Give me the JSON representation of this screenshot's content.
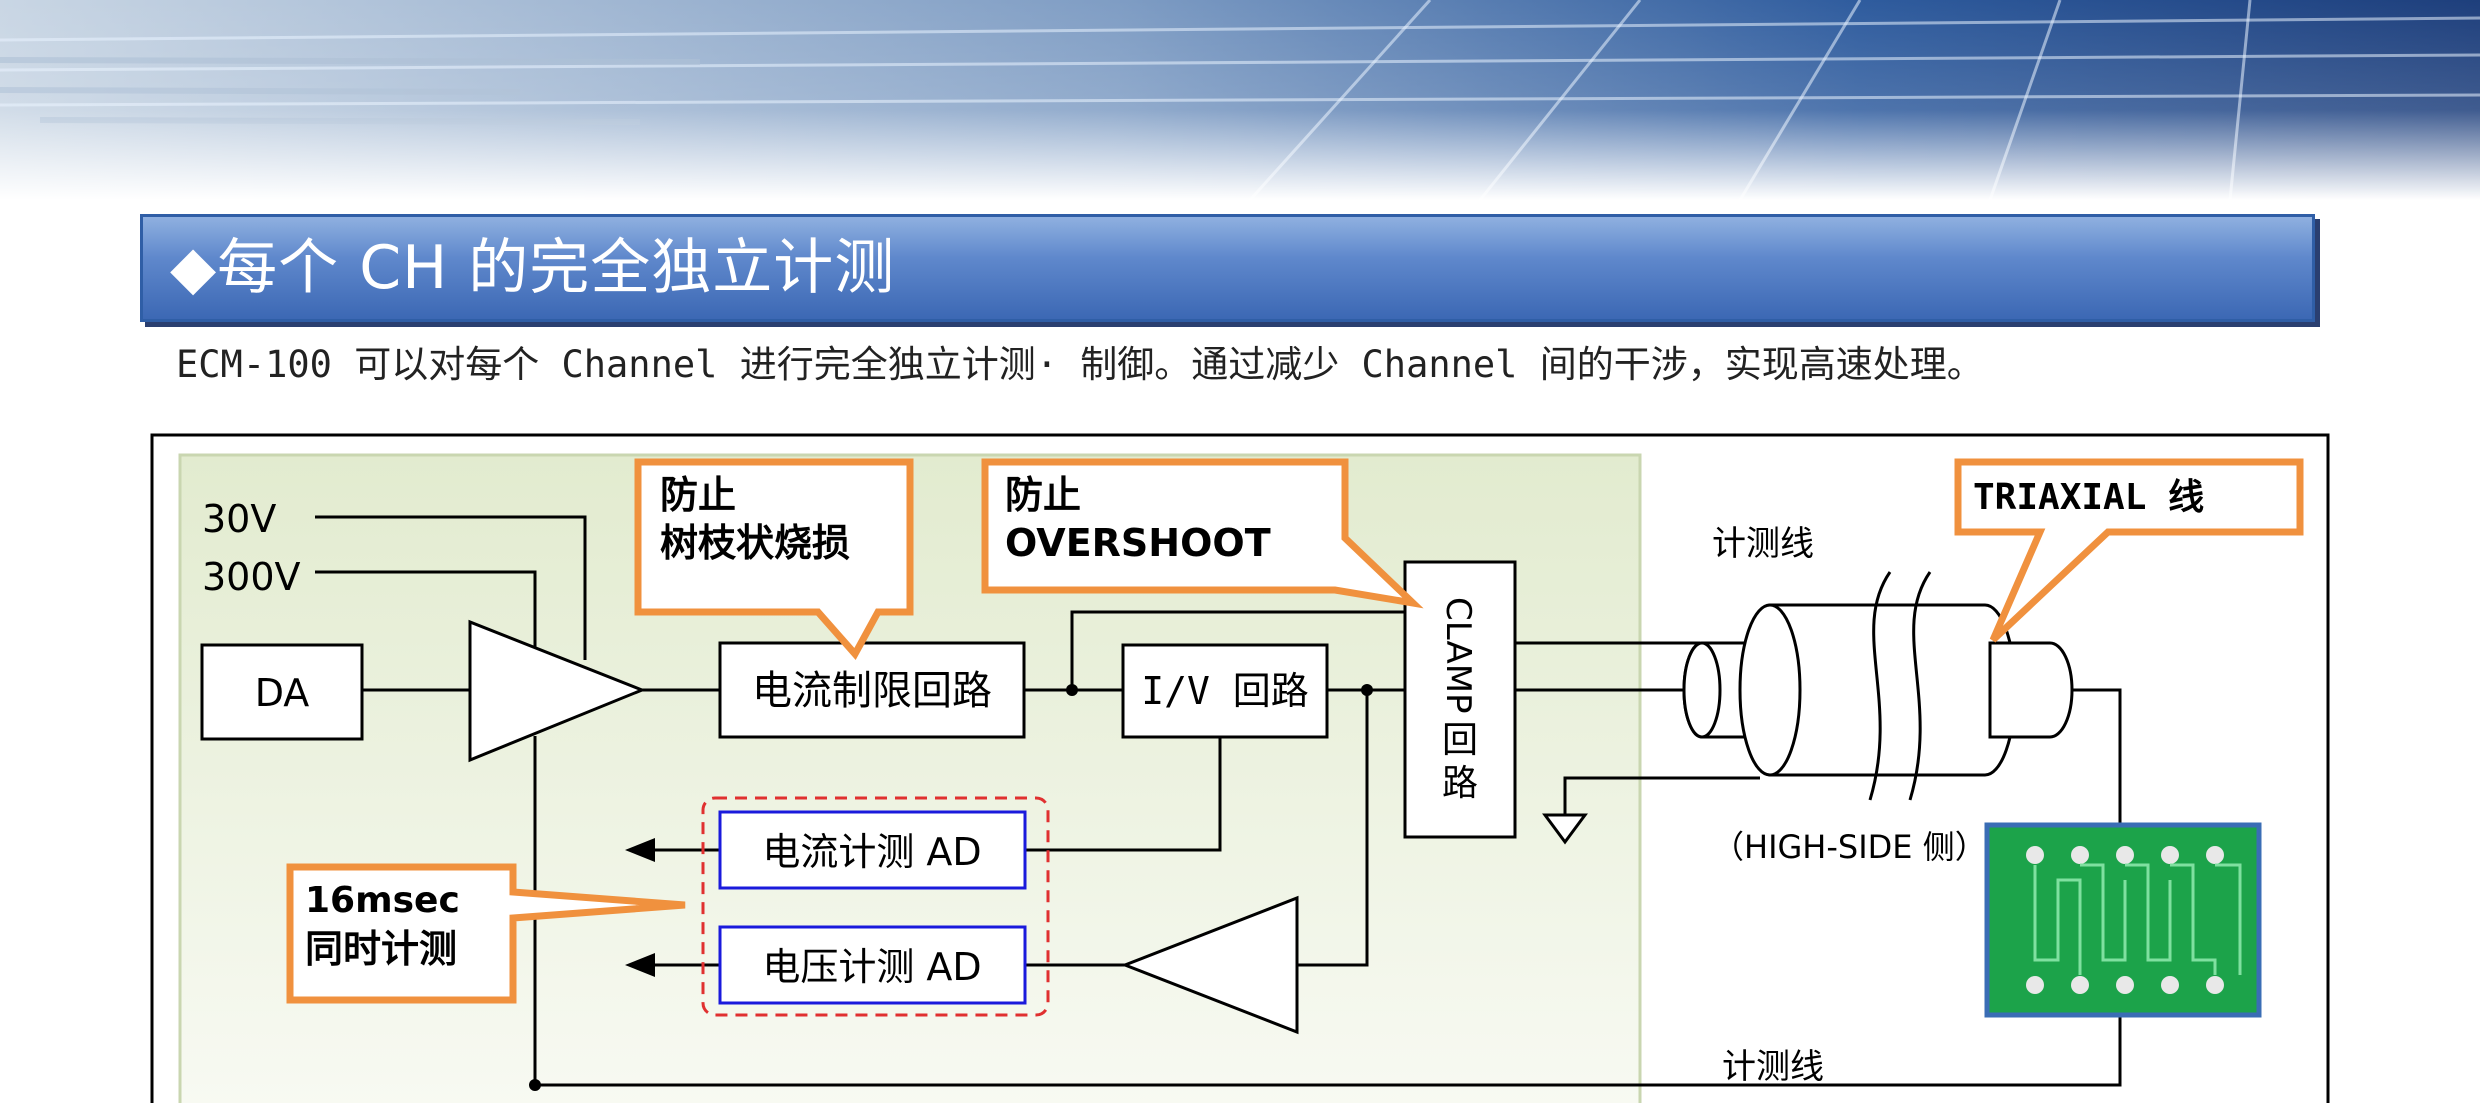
{
  "title": "◆每个 CH 的完全独立计测",
  "subtitle": "ECM-100 可以对每个 Channel 进行完全独立计测· 制御。通过减少 Channel 间的干涉，实现高速处理。",
  "diagram": {
    "label_30v": "30V",
    "label_300v": "300V",
    "da": "DA",
    "current_limit": "电流制限回路",
    "iv": "I/V 回路",
    "clamp_line1": "CLAMP",
    "clamp_line2": "回",
    "clamp_line3": "路",
    "current_ad": "电流计测 AD",
    "voltage_ad": "电压计测 AD",
    "meas_line_top": "计测线",
    "meas_line_bottom": "计测线",
    "high_side": "（HIGH-SIDE 侧）",
    "callout_dendrite_l1": "防止",
    "callout_dendrite_l2": "树枝状烧损",
    "callout_overshoot_l1": "防止",
    "callout_overshoot_l2": "OVERSHOOT",
    "callout_triaxial": "TRIAXIAL 线",
    "callout_simul_l1": "16msec",
    "callout_simul_l2": "同时计测"
  },
  "colors": {
    "title_bar": "#4a75bd",
    "callout_border": "#f0913e",
    "ad_box_border": "#1a1adc",
    "dashed_group": "#e03030",
    "panel_bg": "#eef3e2",
    "pcb_green": "#1ca34a",
    "pcb_border": "#3a6db5"
  }
}
